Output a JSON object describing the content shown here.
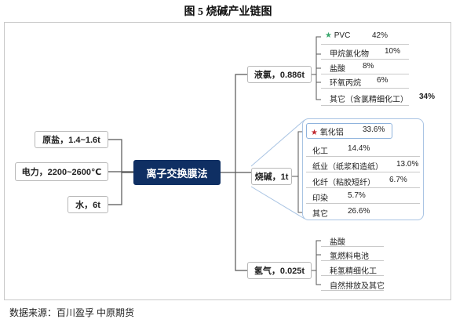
{
  "title": "图 5 烧碱产业链图",
  "source": "数据来源：百川盈孚 中原期货",
  "center": "离子交换膜法",
  "inputs": [
    "原盐，1.4~1.6t",
    "电力，2200~2600℃",
    "水，6t"
  ],
  "branches": {
    "liquid_chlorine": {
      "label": "液氯，0.886t",
      "items": [
        {
          "name": "PVC",
          "pct": "42%",
          "marker": "green-star"
        },
        {
          "name": "甲烷氯化物",
          "pct": "10%"
        },
        {
          "name": "盐酸",
          "pct": "8%"
        },
        {
          "name": "环氧丙烷",
          "pct": "6%"
        },
        {
          "name": "其它（含氯精细化工）",
          "pct": "34%"
        }
      ]
    },
    "caustic_soda": {
      "label": "烧碱，1t",
      "items": [
        {
          "name": "氧化铝",
          "pct": "33.6%",
          "marker": "red-star"
        },
        {
          "name": "化工",
          "pct": "14.4%"
        },
        {
          "name": "纸业（纸浆和造纸）",
          "pct": "13.0%"
        },
        {
          "name": "化纤（粘胶短纤）",
          "pct": "6.7%"
        },
        {
          "name": "印染",
          "pct": "5.7%"
        },
        {
          "name": "其它",
          "pct": "26.6%"
        }
      ]
    },
    "hydrogen": {
      "label": "氢气，0.025t",
      "items": [
        {
          "name": "盐酸"
        },
        {
          "name": "氢燃料电池"
        },
        {
          "name": "耗氢精细化工"
        },
        {
          "name": "自然排放及其它"
        }
      ]
    }
  },
  "colors": {
    "center_fill": "#0f2f63",
    "line": "#555555",
    "group_border": "#a9c4e3",
    "green_star": "#3aa76d",
    "red_star": "#c0272d"
  }
}
